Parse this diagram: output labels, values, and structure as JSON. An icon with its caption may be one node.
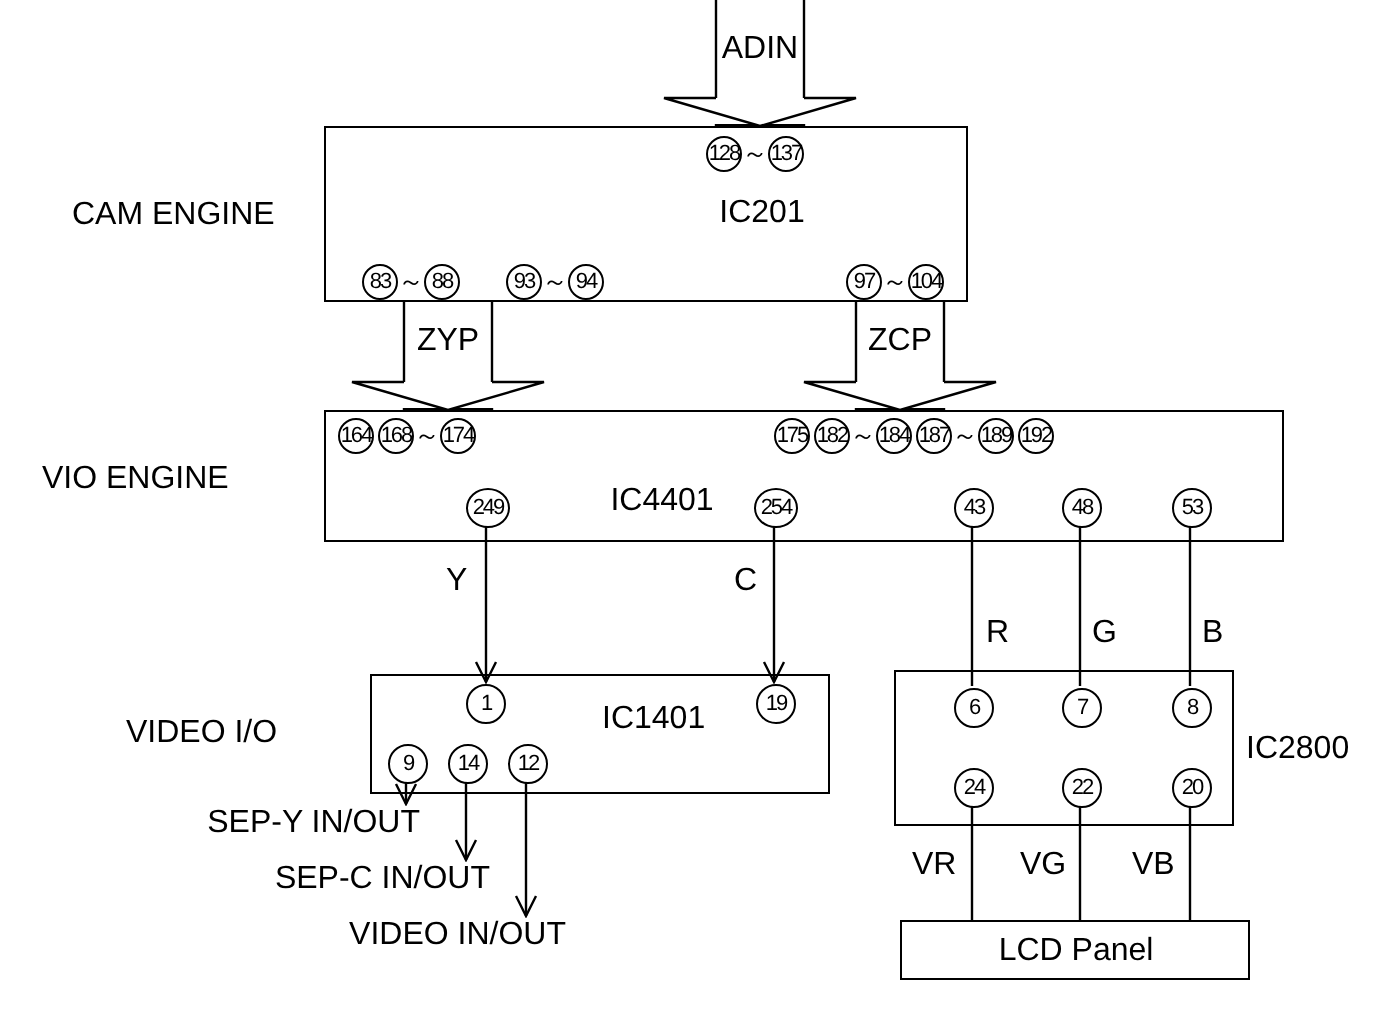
{
  "diagram": {
    "nodes": [
      {
        "text": [
          "IC201"
        ],
        "beside": [
          "CAM ENGINE"
        ]
      },
      {
        "text": [
          "128～137"
        ],
        "in": 0
      },
      {
        "text": [
          "83～88"
        ],
        "in": 0
      },
      {
        "text": [
          "93～94"
        ],
        "in": 0
      },
      {
        "text": [
          "97～104"
        ],
        "in": 0
      },
      {
        "text": [
          "IC4401"
        ],
        "beside": [
          "VIO ENGINE"
        ]
      },
      {
        "text": [
          "164 168～174"
        ],
        "in": 5
      },
      {
        "text": [
          "175 182～184 187～189 192"
        ],
        "in": 5
      },
      {
        "text": [
          "249"
        ],
        "in": 5
      },
      {
        "text": [
          "254"
        ],
        "in": 5
      },
      {
        "text": [
          "43"
        ],
        "in": 5
      },
      {
        "text": [
          "48"
        ],
        "in": 5
      },
      {
        "text": [
          "53"
        ],
        "in": 5
      },
      {
        "text": [
          "IC1401"
        ],
        "beside": [
          "VIDEO I/O"
        ]
      },
      {
        "text": [
          "1"
        ],
        "in": 13
      },
      {
        "text": [
          "19"
        ],
        "in": 13
      },
      {
        "text": [
          "9"
        ],
        "in": 13
      },
      {
        "text": [
          "14"
        ],
        "in": 13
      },
      {
        "text": [
          "12"
        ],
        "in": 13
      },
      {
        "text": [
          "IC2800"
        ]
      },
      {
        "text": [
          "6"
        ],
        "in": 19
      },
      {
        "text": [
          "7"
        ],
        "in": 19
      },
      {
        "text": [
          "8"
        ],
        "in": 19
      },
      {
        "text": [
          "24"
        ],
        "in": 19
      },
      {
        "text": [
          "22"
        ],
        "in": 19
      },
      {
        "text": [
          "20"
        ],
        "in": 19
      },
      {
        "text": [
          "LCD Panel"
        ]
      },
      {
        "text": [
          "SEP-Y IN/OUT"
        ]
      },
      {
        "text": [
          "SEP-C IN/OUT"
        ]
      },
      {
        "text": [
          "VIDEO IN/OUT"
        ]
      }
    ],
    "edges": [
      {
        "from": null,
        "to": 1,
        "arrow": "to",
        "label": "ADIN",
        "style": "thick"
      },
      {
        "from": 2,
        "to": 6,
        "arrow": "to",
        "label": "ZYP",
        "style": "thick"
      },
      {
        "from": 4,
        "to": 7,
        "arrow": "to",
        "label": "ZCP",
        "style": "thick"
      },
      {
        "from": 8,
        "to": 14,
        "arrow": "to",
        "label": "Y"
      },
      {
        "from": 9,
        "to": 15,
        "arrow": "to",
        "label": "C"
      },
      {
        "from": 10,
        "to": 20,
        "arrow": "none",
        "label": "R"
      },
      {
        "from": 11,
        "to": 21,
        "arrow": "none",
        "label": "G"
      },
      {
        "from": 12,
        "to": 22,
        "arrow": "none",
        "label": "B"
      },
      {
        "from": 23,
        "to": 26,
        "arrow": "none",
        "label": "VR"
      },
      {
        "from": 24,
        "to": 26,
        "arrow": "none",
        "label": "VG"
      },
      {
        "from": 25,
        "to": 26,
        "arrow": "none",
        "label": "VB"
      },
      {
        "from": 16,
        "to": 27,
        "arrow": "to"
      },
      {
        "from": 17,
        "to": 28,
        "arrow": "to"
      },
      {
        "from": 18,
        "to": 29,
        "arrow": "to"
      }
    ]
  }
}
